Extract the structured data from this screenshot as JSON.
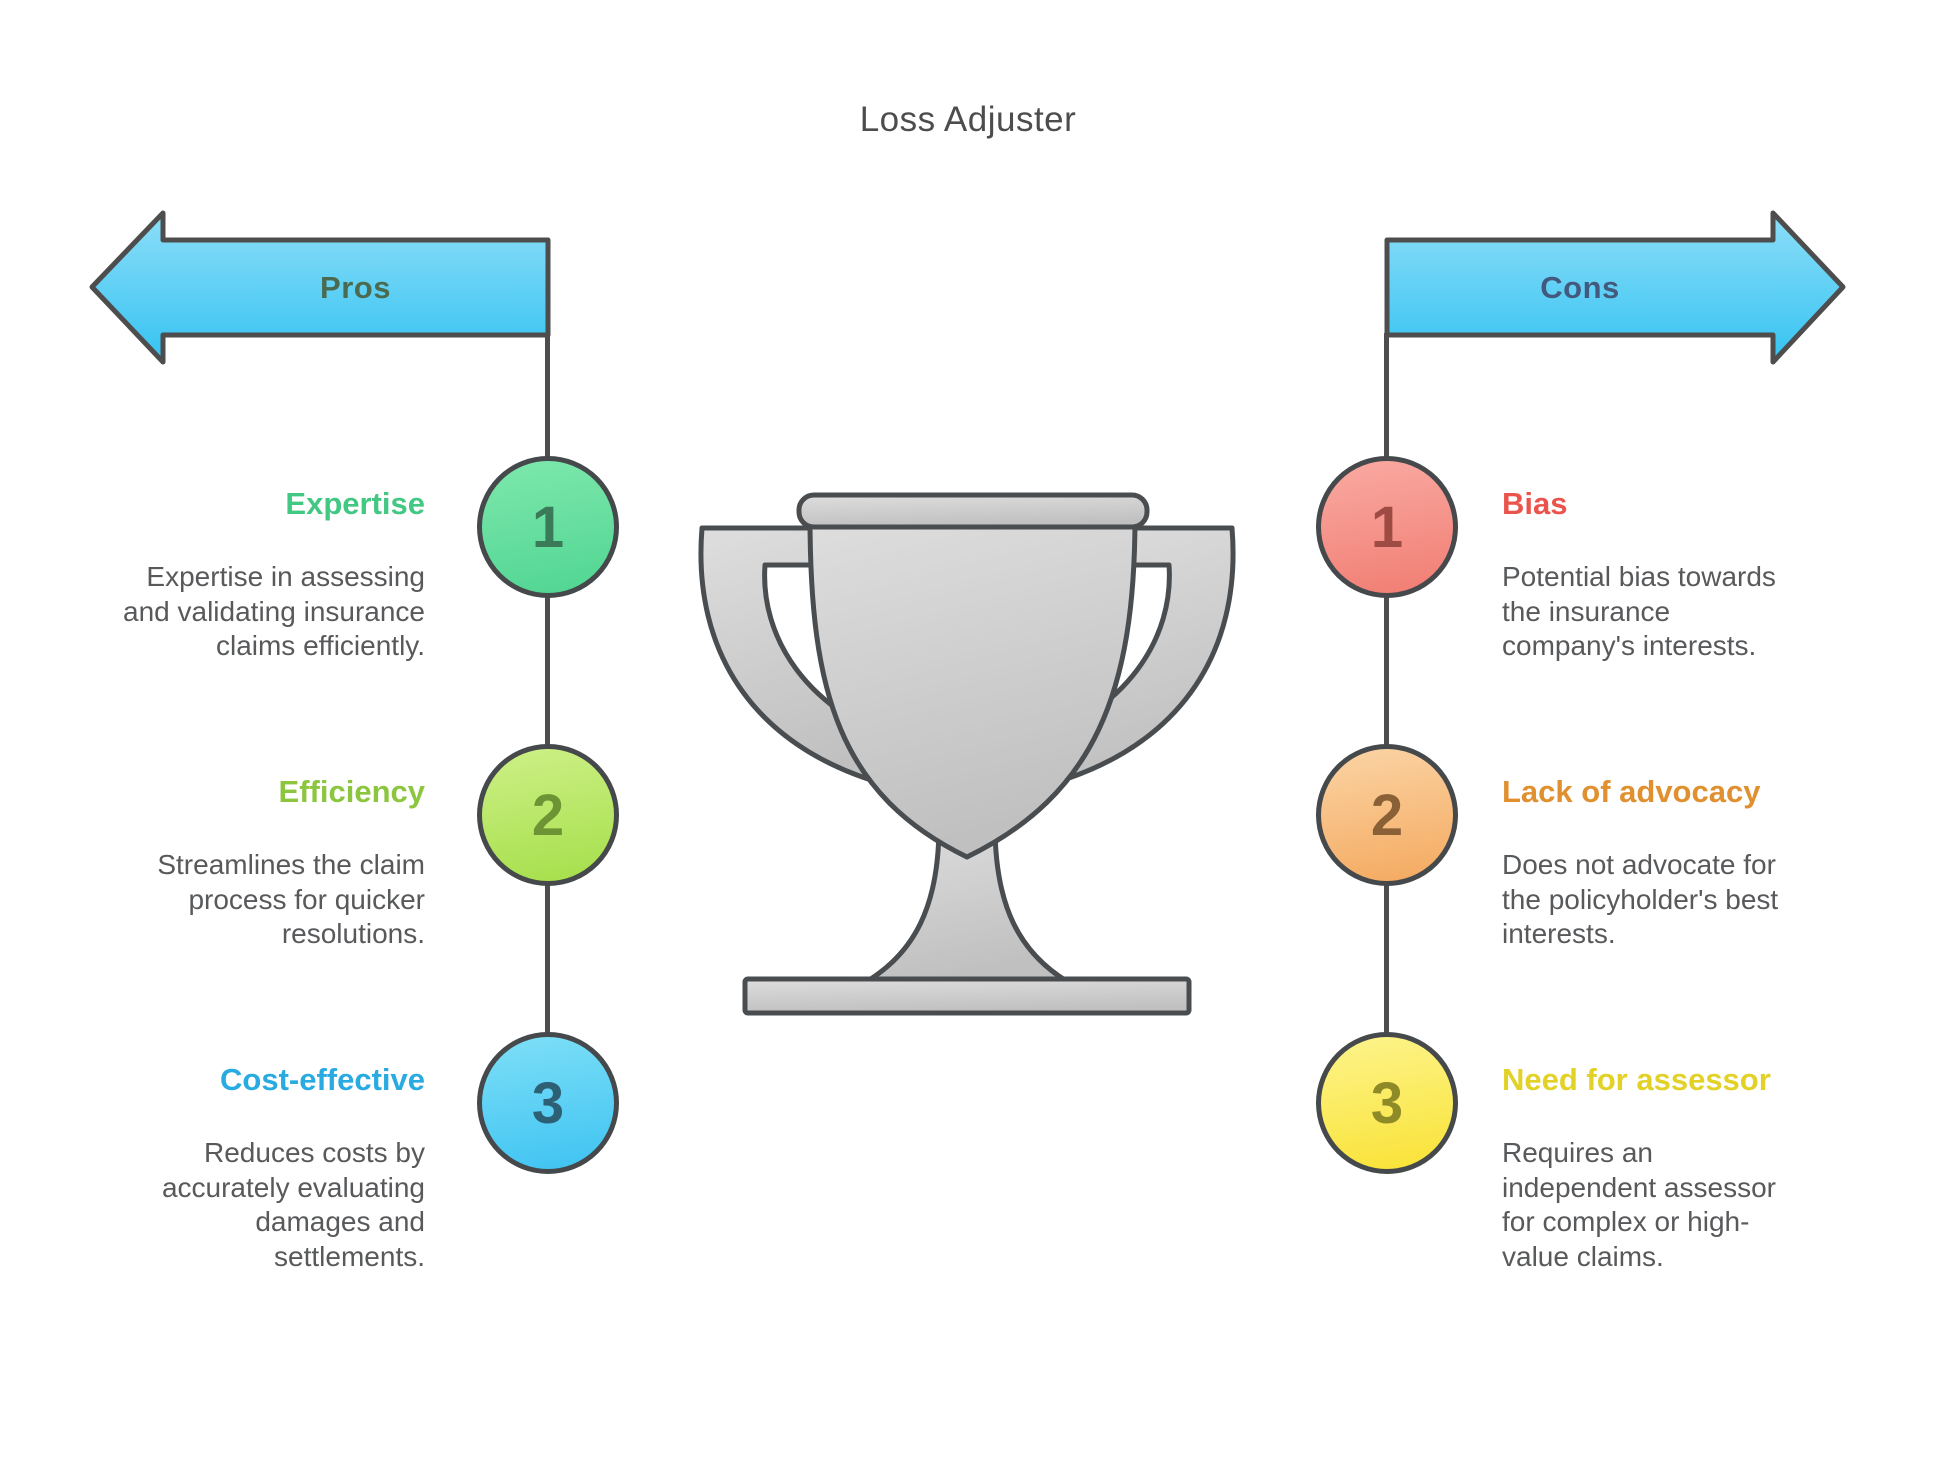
{
  "title": "Loss Adjuster",
  "icons": {
    "center": "trophy-icon"
  },
  "colors": {
    "arrow_fill_top": "#8ddef8",
    "arrow_fill_bottom": "#35c3f2",
    "outline": "#4d4d4d",
    "description_text": "#58595b",
    "title_text": "#4d4d4d",
    "trophy_fill": "#cccccc"
  },
  "pros": {
    "arrow_label": "Pros",
    "label_color": "#4a6b52",
    "items": [
      {
        "number": "1",
        "heading": "Expertise",
        "heading_color": "#42c882",
        "description": [
          "Expertise in assessing",
          "and validating insurance",
          "claims efficiently."
        ],
        "circle": {
          "light": "#7ee8ac",
          "dark": "#50d592",
          "number_color": "#3a7a58"
        }
      },
      {
        "number": "2",
        "heading": "Efficiency",
        "heading_color": "#8cc63f",
        "description": [
          "Streamlines the claim",
          "process for quicker",
          "resolutions."
        ],
        "circle": {
          "light": "#cdf087",
          "dark": "#a5df4a",
          "number_color": "#6d9434"
        }
      },
      {
        "number": "3",
        "heading": "Cost-effective",
        "heading_color": "#29abe2",
        "description": [
          "Reduces costs by",
          "accurately evaluating",
          "damages and",
          "settlements."
        ],
        "circle": {
          "light": "#7edff7",
          "dark": "#3ec3f2",
          "number_color": "#2d6075"
        }
      }
    ]
  },
  "cons": {
    "arrow_label": "Cons",
    "label_color": "#44597e",
    "items": [
      {
        "number": "1",
        "heading": "Bias",
        "heading_color": "#ea544c",
        "description": [
          "Potential bias towards",
          "the insurance",
          "company's interests."
        ],
        "circle": {
          "light": "#f9aaa2",
          "dark": "#f17d73",
          "number_color": "#9e4b43"
        }
      },
      {
        "number": "2",
        "heading": "Lack of advocacy",
        "heading_color": "#e0902f",
        "description": [
          "Does not advocate for",
          "the policyholder's best",
          "interests."
        ],
        "circle": {
          "light": "#fbd4a5",
          "dark": "#f4a95f",
          "number_color": "#8a6137"
        }
      },
      {
        "number": "3",
        "heading": "Need for assessor",
        "heading_color": "#e2d126",
        "description": [
          "Requires an",
          "independent assessor",
          "for complex or high-",
          "value claims."
        ],
        "circle": {
          "light": "#fdf48c",
          "dark": "#f9e235",
          "number_color": "#8f8a28"
        }
      }
    ]
  }
}
